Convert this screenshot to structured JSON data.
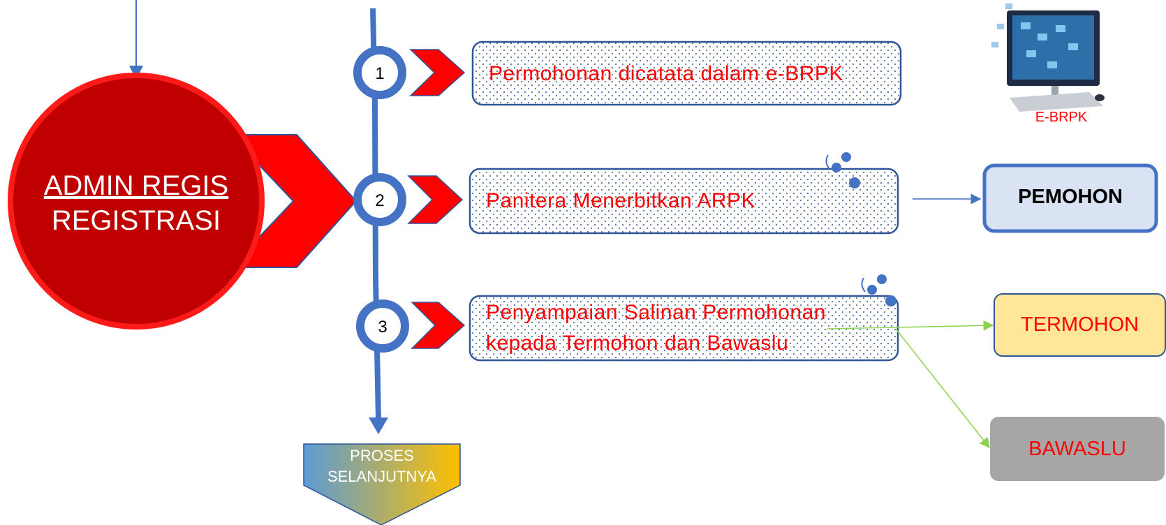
{
  "admin": {
    "line1": "ADMIN REGIS",
    "line2": "REGISTRASI"
  },
  "steps": [
    {
      "num": "1",
      "text": "Permohonan dicatata dalam  e-BRPK"
    },
    {
      "num": "2",
      "text": "Panitera Menerbitkan ARPK"
    },
    {
      "num": "3",
      "text_line1": "Penyampaian Salinan Permohonan",
      "text_line2": "kepada Termohon dan Bawaslu"
    }
  ],
  "next": {
    "line1": "PROSES",
    "line2": "SELANJUTNYA"
  },
  "ebrpk": {
    "label": "E-BRPK"
  },
  "targets": {
    "pemohon": "PEMOHON",
    "termohon": "TERMOHON",
    "bawaslu": "BAWASLU"
  },
  "colors": {
    "admin_circle": "#c00000",
    "admin_border": "#ff1a1a",
    "timeline": "#4472c4",
    "chevron": "#ff0000",
    "box_border": "#2f5597",
    "pemohon_fill": "#dae3f3",
    "termohon_fill": "#ffe699",
    "bawaslu_fill": "#a6a6a6",
    "green_line": "#8fd14f"
  }
}
